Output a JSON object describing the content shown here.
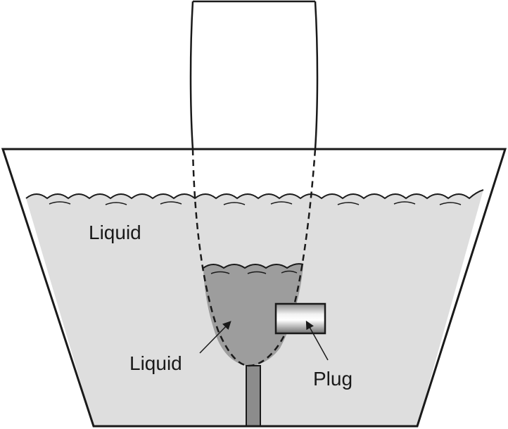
{
  "labels": {
    "outer_liquid": "Liquid",
    "inner_liquid": "Liquid",
    "plug": "Plug"
  },
  "colors": {
    "outer_liquid_fill": "#dedede",
    "inner_liquid_fill": "#9d9d9d",
    "stem_fill": "#8c8c8c",
    "outline": "#1a1a1a",
    "background": "#ffffff"
  },
  "icons": {
    "outer_arrow": "arrow-icon",
    "plug_arrow": "arrow-icon"
  }
}
